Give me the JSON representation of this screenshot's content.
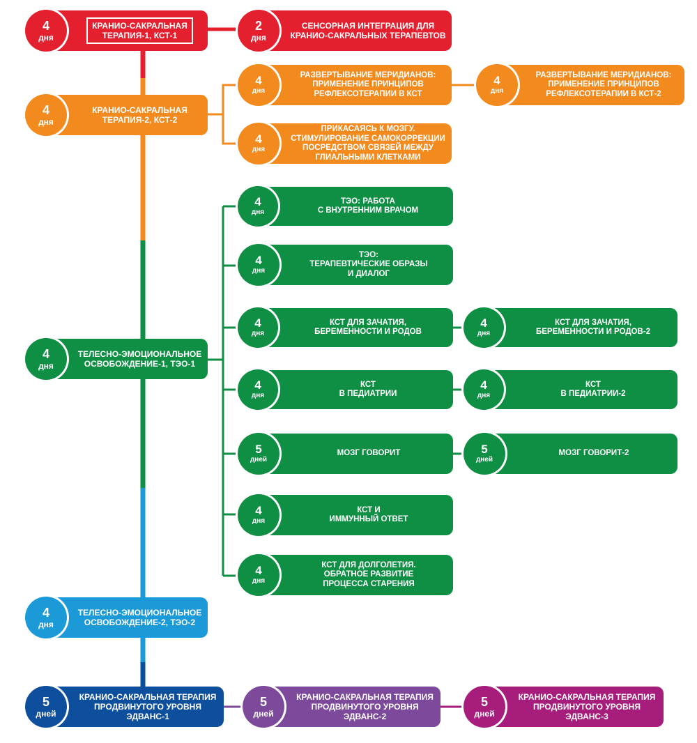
{
  "colors": {
    "red": "#e4202f",
    "orange": "#f28a1e",
    "green": "#0e8f44",
    "blue": "#1b9ad7",
    "dark_blue": "#0d4f9c",
    "purple": "#7d4a9b",
    "magenta": "#a61d7c"
  },
  "nodes": [
    {
      "id": "kst1",
      "num": "4",
      "unit": "дня",
      "label": "КРАНИО-САКРАЛЬНАЯ\nТЕРАПИЯ-1, КСТ-1",
      "color": "red"
    },
    {
      "id": "sensory",
      "num": "2",
      "unit": "дня",
      "label": "СЕНСОРНАЯ ИНТЕГРАЦИЯ ДЛЯ\nКРАНИО-САКРАЛЬНЫХ ТЕРАПЕВТОВ",
      "color": "red"
    },
    {
      "id": "kst2",
      "num": "4",
      "unit": "дня",
      "label": "КРАНИО-САКРАЛЬНАЯ\nТЕРАПИЯ-2, КСТ-2",
      "color": "orange"
    },
    {
      "id": "meridians1",
      "num": "4",
      "unit": "дня",
      "label": "РАЗВЕРТЫВАНИЕ  МЕРИДИАНОВ:\nПРИМЕНЕНИЕ ПРИНЦИПОВ\nРЕФЛЕКСОТЕРАПИИ В КСТ",
      "color": "orange"
    },
    {
      "id": "meridians2",
      "num": "4",
      "unit": "дня",
      "label": "РАЗВЕРТЫВАНИЕ МЕРИДИАНОВ:\nПРИМЕНЕНИЕ ПРИНЦИПОВ\nРЕФЛЕКСОТЕРАПИИ В КСТ-2",
      "color": "orange"
    },
    {
      "id": "brain_touch",
      "num": "4",
      "unit": "дня",
      "label": "ПРИКАСАЯСЬ К МОЗГУ.\nСТИМУЛИРОВАНИЕ САМОКОРРЕКЦИИ\nПОСРЕДСТВОМ СВЯЗЕЙ МЕЖДУ\nГЛИАЛЬНЫМИ КЛЕТКАМИ",
      "color": "orange"
    },
    {
      "id": "teo_doctor",
      "num": "4",
      "unit": "дня",
      "label": "ТЭО: РАБОТА\nС ВНУТРЕННИМ ВРАЧОМ",
      "color": "green"
    },
    {
      "id": "teo_images",
      "num": "4",
      "unit": "дня",
      "label": "ТЭО:\nТЕРАПЕВТИЧЕСКИЕ ОБРАЗЫ\nИ ДИАЛОГ",
      "color": "green"
    },
    {
      "id": "teo1",
      "num": "4",
      "unit": "дня",
      "label": "ТЕЛЕСНО-ЭМОЦИОНАЛЬНОЕ\nОСВОБОЖДЕНИЕ-1, ТЭО-1",
      "color": "green"
    },
    {
      "id": "conception1",
      "num": "4",
      "unit": "дня",
      "label": "КСТ ДЛЯ ЗАЧАТИЯ,\nБЕРЕМЕННОСТИ И РОДОВ",
      "color": "green"
    },
    {
      "id": "conception2",
      "num": "4",
      "unit": "дня",
      "label": "КСТ ДЛЯ ЗАЧАТИЯ,\nБЕРЕМЕННОСТИ И РОДОВ-2",
      "color": "green"
    },
    {
      "id": "pediatrics1",
      "num": "4",
      "unit": "дня",
      "label": "КСТ\nВ ПЕДИАТРИИ",
      "color": "green"
    },
    {
      "id": "pediatrics2",
      "num": "4",
      "unit": "дня",
      "label": "КСТ\nВ ПЕДИАТРИИ-2",
      "color": "green"
    },
    {
      "id": "brain_speaks1",
      "num": "5",
      "unit": "дней",
      "label": "МОЗГ ГОВОРИТ",
      "color": "green"
    },
    {
      "id": "brain_speaks2",
      "num": "5",
      "unit": "дней",
      "label": "МОЗГ ГОВОРИТ-2",
      "color": "green"
    },
    {
      "id": "immune",
      "num": "4",
      "unit": "дня",
      "label": "КСТ И\nИММУННЫЙ ОТВЕТ",
      "color": "green"
    },
    {
      "id": "longevity",
      "num": "4",
      "unit": "дня",
      "label": "КСТ ДЛЯ ДОЛГОЛЕТИЯ.\nОБРАТНОЕ РАЗВИТИЕ\nПРОЦЕССА СТАРЕНИЯ",
      "color": "green"
    },
    {
      "id": "teo2",
      "num": "4",
      "unit": "дня",
      "label": "ТЕЛЕСНО-ЭМОЦИОНАЛЬНОЕ\nОСВОБОЖДЕНИЕ-2, ТЭО-2",
      "color": "blue"
    },
    {
      "id": "advance1",
      "num": "5",
      "unit": "дней",
      "label": "КРАНИО-САКРАЛЬНАЯ ТЕРАПИЯ\nПРОДВИНУТОГО УРОВНЯ\nЭДВАНС-1",
      "color": "dark_blue"
    },
    {
      "id": "advance2",
      "num": "5",
      "unit": "дней",
      "label": "КРАНИО-САКРАЛЬНАЯ ТЕРАПИЯ\nПРОДВИНУТОГО УРОВНЯ\nЭДВАНС-2",
      "color": "purple"
    },
    {
      "id": "advance3",
      "num": "5",
      "unit": "дней",
      "label": "КРАНИО-САКРАЛЬНАЯ ТЕРАПИЯ\nПРОДВИНУТОГО УРОВНЯ\nЭДВАНС-3",
      "color": "magenta"
    }
  ]
}
